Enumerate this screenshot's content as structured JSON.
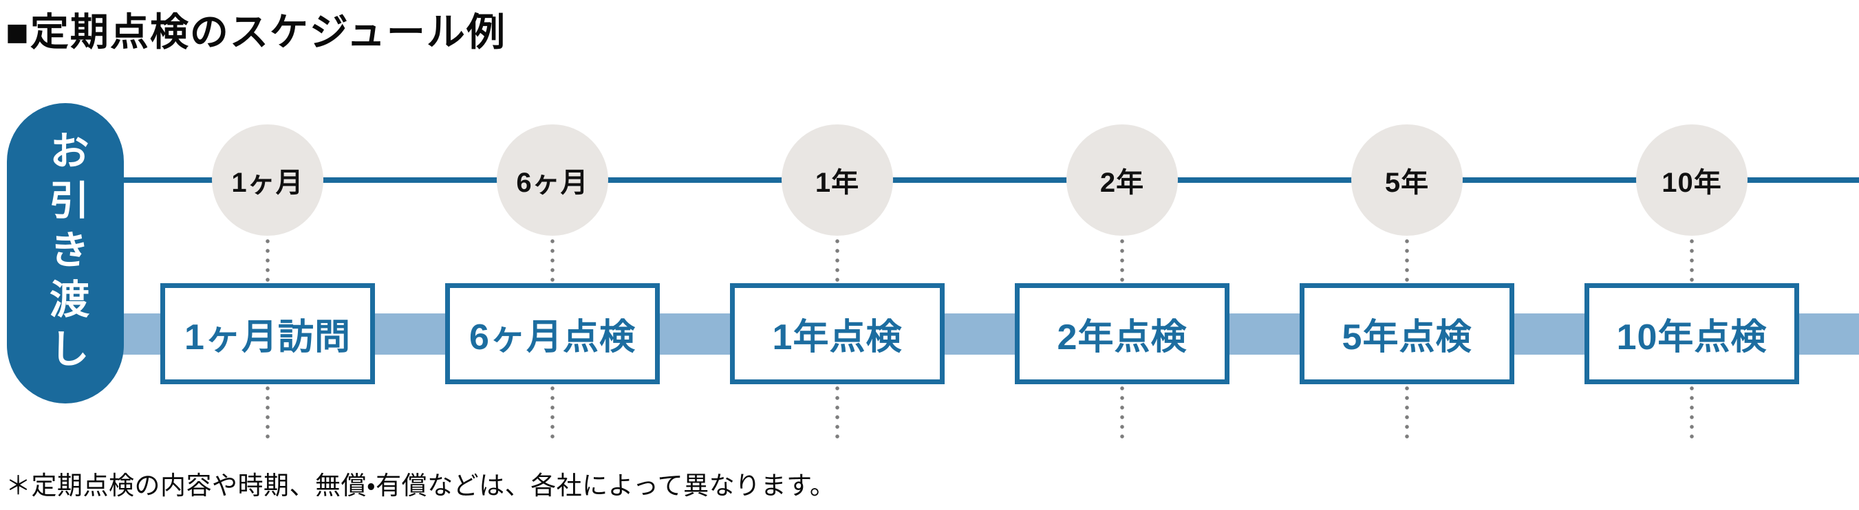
{
  "title": "■定期点検のスケジュール例",
  "start_label": "お引き渡し",
  "note": "＊定期点検の内容や時期、無償・有償などは、各社によって異なります。",
  "milestones": [
    {
      "time": "1ヶ月",
      "event": "1ヶ月訪問"
    },
    {
      "time": "6ヶ月",
      "event": "6ヶ月点検"
    },
    {
      "time": "1年",
      "event": "1年点検"
    },
    {
      "time": "2年",
      "event": "2年点検"
    },
    {
      "time": "5年",
      "event": "5年点検"
    },
    {
      "time": "10年",
      "event": "10年点検"
    }
  ],
  "colors": {
    "primary_blue": "#1a6a9c",
    "track_light_blue": "#90b6d6",
    "circle_gray": "#e9e6e3",
    "dot_gray": "#7d7d7d",
    "text_black": "#0a0a0a",
    "box_text_blue": "#1c6da0"
  }
}
